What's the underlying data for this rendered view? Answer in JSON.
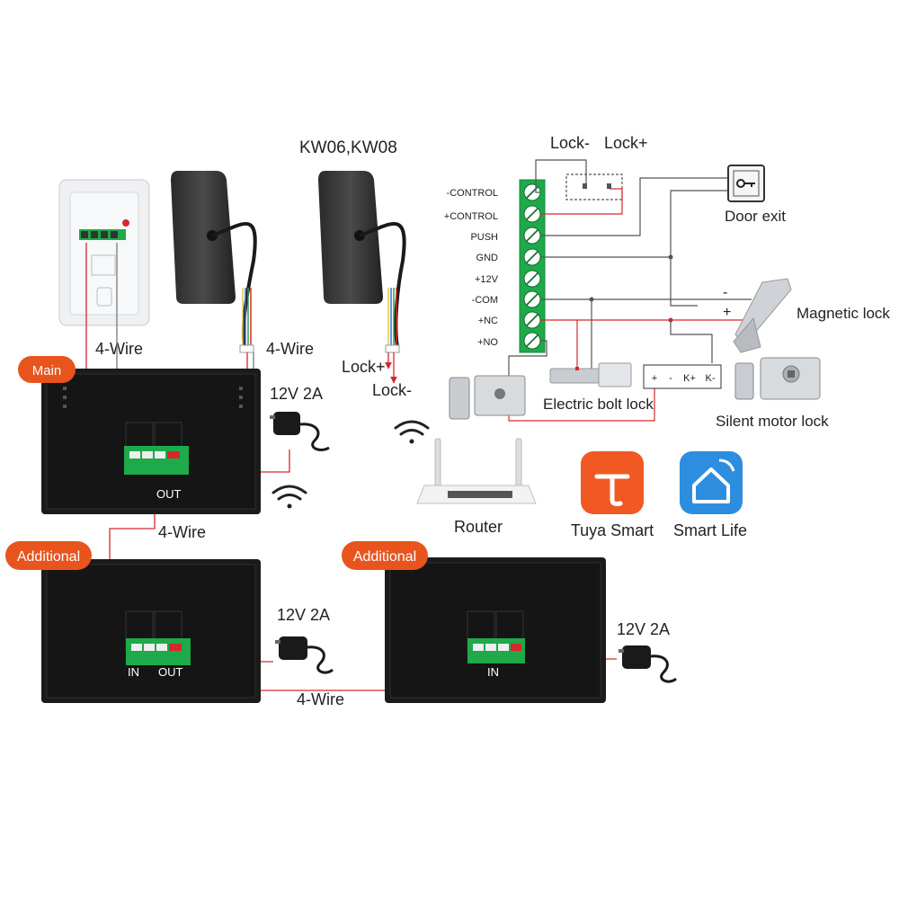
{
  "colors": {
    "wire_red": "#d6282b",
    "wire_gray": "#7a7a7a",
    "badge_orange": "#e8541e",
    "terminal_green": "#1ea94a",
    "monitor_black": "#1b1b1b",
    "tuya_orange": "#f05a22",
    "smartlife_blue": "#2d8ee0"
  },
  "devices": {
    "outdoor_model_label": "KW06,KW08",
    "outdoor_left_wire": "4-Wire",
    "outdoor_right_wire": "4-Wire",
    "lock_plus": "Lock+",
    "lock_minus": "Lock-"
  },
  "monitors": {
    "main": {
      "badge": "Main",
      "out_label": "OUT",
      "power": "12V 2A"
    },
    "additional_1": {
      "badge": "Additional",
      "in_label": "IN",
      "out_label": "OUT",
      "power": "12V 2A"
    },
    "additional_2": {
      "badge": "Additional",
      "in_label": "IN",
      "power": "12V 2A"
    },
    "link_wire_1": "4-Wire",
    "link_wire_2": "4-Wire"
  },
  "network": {
    "router_label": "Router",
    "apps": [
      {
        "name": "Tuya Smart",
        "icon": "tuya-app-icon"
      },
      {
        "name": "Smart Life",
        "icon": "smartlife-house-icon"
      }
    ]
  },
  "wiring": {
    "terminals": [
      "-CONTROL",
      "+CONTROL",
      "PUSH",
      "GND",
      "+12V",
      "-COM",
      "+NC",
      "+NO"
    ],
    "lock_top_minus": "Lock-",
    "lock_top_plus": "Lock+",
    "door_exit": "Door exit",
    "magnetic_lock": "Magnetic lock",
    "magnetic_minus": "-",
    "magnetic_plus": "+",
    "electric_bolt": "Electric bolt lock",
    "silent_motor": "Silent motor lock",
    "controller_terminals": [
      "+",
      "-",
      "K+",
      "K-"
    ]
  }
}
